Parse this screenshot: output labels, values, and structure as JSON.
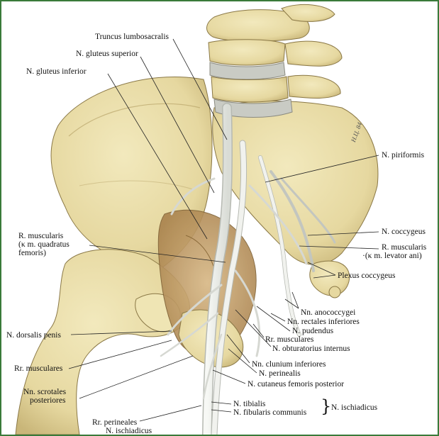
{
  "labels": {
    "truncus_lumbosacralis": "Truncus lumbosacralis",
    "n_gluteus_superior": "N. gluteus superior",
    "n_gluteus_inferior": "N. gluteus inferior",
    "n_piriformis": "N. piriformis",
    "n_coccygeus": "N. coccygeus",
    "r_muscularis_levator_1": "R. muscularis",
    "r_muscularis_levator_2": "·(κ m. levator ani)",
    "plexus_coccygeus": "Plexus coccygeus",
    "r_muscularis_quadratus_1": "R. muscularis",
    "r_muscularis_quadratus_2": "(κ m. quadratus",
    "r_muscularis_quadratus_3": "femoris)",
    "nn_anococcygei": "Nn. anococcygei",
    "nn_rectales_inferiores": "Nn. rectales inferiores",
    "n_pudendus": "N. pudendus",
    "rr_musculares_right": "Rr. musculares",
    "n_obturatorius_internus": "N. obturatorius internus",
    "n_dorsalis_penis": "N. dorsalis penis",
    "rr_musculares_left": "Rr. musculares",
    "nn_clunium_inferiores": "Nn. clunium inferiores",
    "n_perinealis": "N. perinealis",
    "nn_scrotales_1": "Nn. scrotales",
    "nn_scrotales_2": "posteriores",
    "n_cutaneus_femoris_posterior": "N. cutaneus femoris posterior",
    "n_tibialis": "N. tibialis",
    "n_fibularis_communis": "N. fibularis communis",
    "n_ischiadicus_brace": "N. ischiadicus",
    "rr_perineales": "Rr. perineales",
    "n_ischiadicus_bottom": "N. ischiadicus",
    "signature": "Н.Ц. 84"
  },
  "colors": {
    "bone": "#ece1ab",
    "bone_shadow": "#c9b679",
    "disc": "#c9cbc4",
    "muscle": "#c9a572",
    "nerve": "#eef0ec",
    "border": "#3a7a3a"
  }
}
